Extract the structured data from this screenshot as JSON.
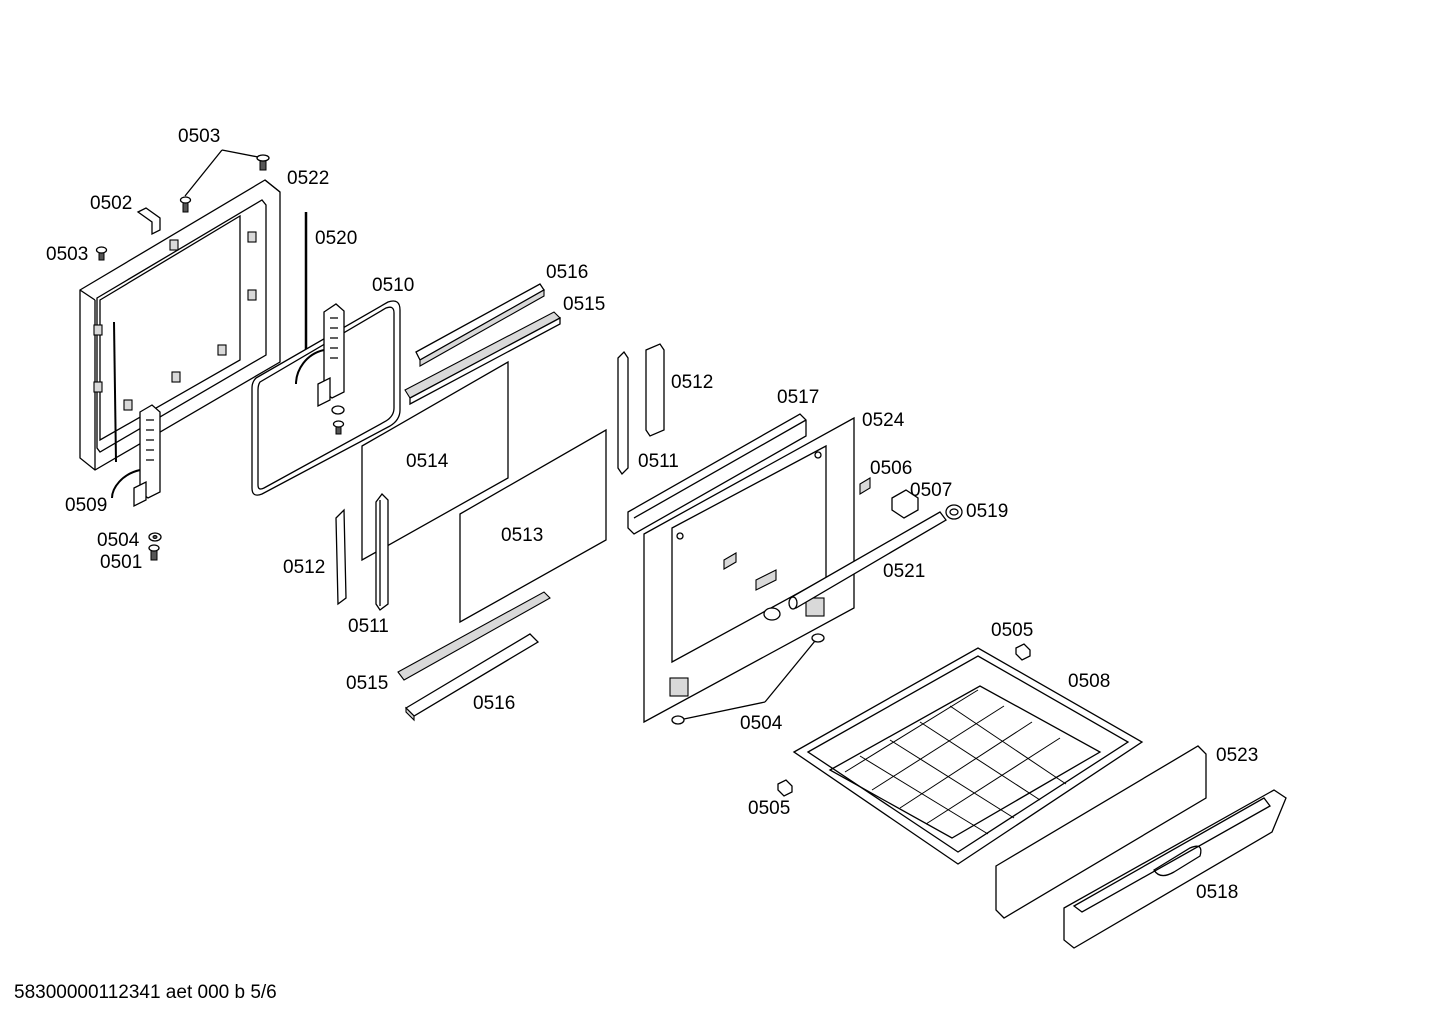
{
  "labels": {
    "l0503a": "0503",
    "l0522": "0522",
    "l0502": "0502",
    "l0503b": "0503",
    "l0520": "0520",
    "l0510": "0510",
    "l0516a": "0516",
    "l0515a": "0515",
    "l0512a": "0512",
    "l0517": "0517",
    "l0524": "0524",
    "l0514": "0514",
    "l0511a": "0511",
    "l0506": "0506",
    "l0507": "0507",
    "l0519": "0519",
    "l0509": "0509",
    "l0504a": "0504",
    "l0501": "0501",
    "l0513": "0513",
    "l0512b": "0512",
    "l0521": "0521",
    "l0511b": "0511",
    "l0505a": "0505",
    "l0508": "0508",
    "l0515b": "0515",
    "l0516b": "0516",
    "l0504b": "0504",
    "l0523": "0523",
    "l0505b": "0505",
    "l0518": "0518"
  },
  "footer": "58300000112341 aet 000 b 5/6"
}
